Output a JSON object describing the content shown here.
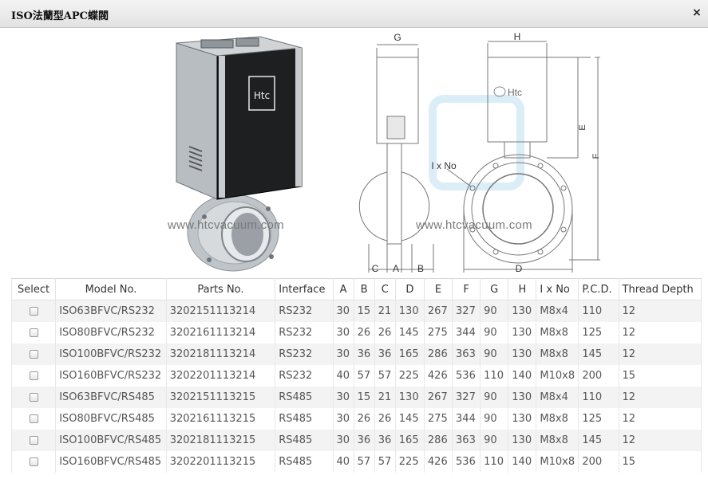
{
  "window": {
    "title": "ISO法蘭型APC蝶閥",
    "close_icon": "×"
  },
  "figure": {
    "watermark_left": "www.htcvacuum.com",
    "watermark_right": "www.htcvacuum.com",
    "logo_text": "Htc",
    "dim_labels": {
      "G": "G",
      "H": "H",
      "E": "E",
      "F": "F",
      "IxNo": "I x No",
      "C": "C",
      "A": "A",
      "B": "B",
      "D": "D"
    }
  },
  "table": {
    "headers": [
      "Select",
      "Model No.",
      "Parts No.",
      "Interface",
      "A",
      "B",
      "C",
      "D",
      "E",
      "F",
      "G",
      "H",
      "I x No",
      "P.C.D.",
      "Thread Depth"
    ],
    "rows": [
      [
        "ISO63BFVC/RS232",
        "3202151113214",
        "RS232",
        "30",
        "15",
        "21",
        "130",
        "267",
        "327",
        "90",
        "130",
        "M8x4",
        "110",
        "12"
      ],
      [
        "ISO80BFVC/RS232",
        "3202161113214",
        "RS232",
        "30",
        "26",
        "26",
        "145",
        "275",
        "344",
        "90",
        "130",
        "M8x8",
        "125",
        "12"
      ],
      [
        "ISO100BFVC/RS232",
        "3202181113214",
        "RS232",
        "30",
        "36",
        "36",
        "165",
        "286",
        "363",
        "90",
        "130",
        "M8x8",
        "145",
        "12"
      ],
      [
        "ISO160BFVC/RS232",
        "3202201113214",
        "RS232",
        "40",
        "57",
        "57",
        "225",
        "426",
        "536",
        "110",
        "140",
        "M10x8",
        "200",
        "15"
      ],
      [
        "ISO63BFVC/RS485",
        "3202151113215",
        "RS485",
        "30",
        "15",
        "21",
        "130",
        "267",
        "327",
        "90",
        "130",
        "M8x4",
        "110",
        "12"
      ],
      [
        "ISO80BFVC/RS485",
        "3202161113215",
        "RS485",
        "30",
        "26",
        "26",
        "145",
        "275",
        "344",
        "90",
        "130",
        "M8x8",
        "125",
        "12"
      ],
      [
        "ISO100BFVC/RS485",
        "3202181113215",
        "RS485",
        "30",
        "36",
        "36",
        "165",
        "286",
        "363",
        "90",
        "130",
        "M8x8",
        "145",
        "12"
      ],
      [
        "ISO160BFVC/RS485",
        "3202201113215",
        "RS485",
        "40",
        "57",
        "57",
        "225",
        "426",
        "536",
        "110",
        "140",
        "M10x8",
        "200",
        "15"
      ]
    ]
  }
}
